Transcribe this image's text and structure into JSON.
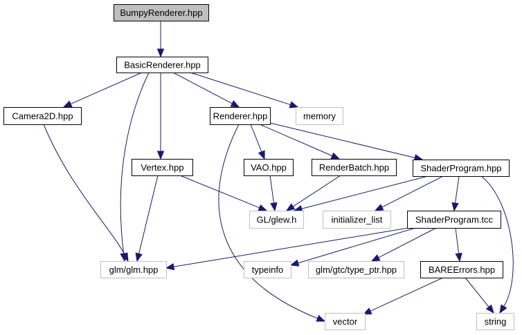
{
  "diagram": {
    "type": "include-dependency-graph",
    "colors": {
      "edge": "#191970",
      "root_fill": "#bfbfbf",
      "local_border": "#000000",
      "system_border": "#bfbfbf"
    },
    "nodes": [
      {
        "id": "bumpy",
        "label": "BumpyRenderer.hpp",
        "kind": "root"
      },
      {
        "id": "basic",
        "label": "BasicRenderer.hpp",
        "kind": "local"
      },
      {
        "id": "camera",
        "label": "Camera2D.hpp",
        "kind": "local"
      },
      {
        "id": "renderer",
        "label": "Renderer.hpp",
        "kind": "local"
      },
      {
        "id": "memory",
        "label": "memory",
        "kind": "system"
      },
      {
        "id": "vertex",
        "label": "Vertex.hpp",
        "kind": "local"
      },
      {
        "id": "vao",
        "label": "VAO.hpp",
        "kind": "local"
      },
      {
        "id": "batch",
        "label": "RenderBatch.hpp",
        "kind": "local"
      },
      {
        "id": "shaderhpp",
        "label": "ShaderProgram.hpp",
        "kind": "local"
      },
      {
        "id": "glew",
        "label": "GL/glew.h",
        "kind": "system"
      },
      {
        "id": "initlist",
        "label": "initializer_list",
        "kind": "system"
      },
      {
        "id": "shadertcc",
        "label": "ShaderProgram.tcc",
        "kind": "local"
      },
      {
        "id": "glm",
        "label": "glm/glm.hpp",
        "kind": "system"
      },
      {
        "id": "typeinfo",
        "label": "typeinfo",
        "kind": "system"
      },
      {
        "id": "typeptr",
        "label": "glm/gtc/type_ptr.hpp",
        "kind": "system"
      },
      {
        "id": "bareerrors",
        "label": "BAREErrors.hpp",
        "kind": "local"
      },
      {
        "id": "vector",
        "label": "vector",
        "kind": "system"
      },
      {
        "id": "string",
        "label": "string",
        "kind": "system"
      }
    ],
    "edges": [
      {
        "from": "bumpy",
        "to": "basic"
      },
      {
        "from": "basic",
        "to": "camera"
      },
      {
        "from": "basic",
        "to": "glm"
      },
      {
        "from": "basic",
        "to": "vertex"
      },
      {
        "from": "basic",
        "to": "renderer"
      },
      {
        "from": "basic",
        "to": "memory"
      },
      {
        "from": "camera",
        "to": "glm"
      },
      {
        "from": "vertex",
        "to": "glm"
      },
      {
        "from": "vertex",
        "to": "glew"
      },
      {
        "from": "renderer",
        "to": "vao"
      },
      {
        "from": "renderer",
        "to": "batch"
      },
      {
        "from": "renderer",
        "to": "shaderhpp"
      },
      {
        "from": "renderer",
        "to": "vector"
      },
      {
        "from": "vao",
        "to": "glew"
      },
      {
        "from": "batch",
        "to": "glew"
      },
      {
        "from": "shaderhpp",
        "to": "glew"
      },
      {
        "from": "shaderhpp",
        "to": "initlist"
      },
      {
        "from": "shaderhpp",
        "to": "shadertcc"
      },
      {
        "from": "shaderhpp",
        "to": "string"
      },
      {
        "from": "shadertcc",
        "to": "glm"
      },
      {
        "from": "shadertcc",
        "to": "typeinfo"
      },
      {
        "from": "shadertcc",
        "to": "typeptr"
      },
      {
        "from": "shadertcc",
        "to": "bareerrors"
      },
      {
        "from": "bareerrors",
        "to": "vector"
      },
      {
        "from": "bareerrors",
        "to": "string"
      }
    ]
  }
}
